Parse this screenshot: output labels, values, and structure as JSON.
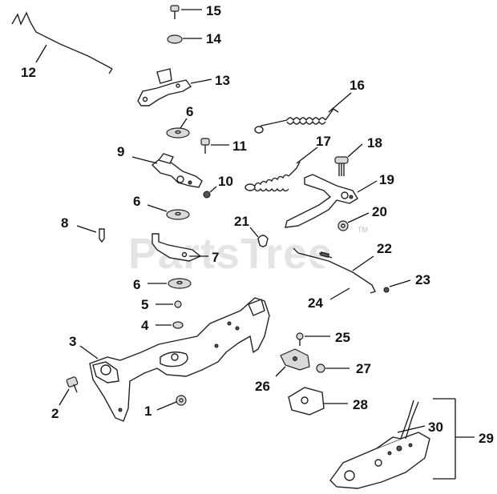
{
  "diagram": {
    "watermark": "PartsTree",
    "watermark_mark": "TM",
    "callouts": {
      "c1": "1",
      "c2": "2",
      "c3": "3",
      "c4": "4",
      "c5": "5",
      "c6a": "6",
      "c6b": "6",
      "c6c": "6",
      "c7": "7",
      "c8": "8",
      "c9": "9",
      "c10": "10",
      "c11": "11",
      "c12": "12",
      "c13": "13",
      "c14": "14",
      "c15": "15",
      "c16": "16",
      "c17": "17",
      "c18": "18",
      "c19": "19",
      "c20": "20",
      "c21": "21",
      "c22": "22",
      "c23": "23",
      "c24": "24",
      "c25": "25",
      "c26": "26",
      "c27": "27",
      "c28": "28",
      "c29": "29",
      "c30": "30"
    }
  }
}
